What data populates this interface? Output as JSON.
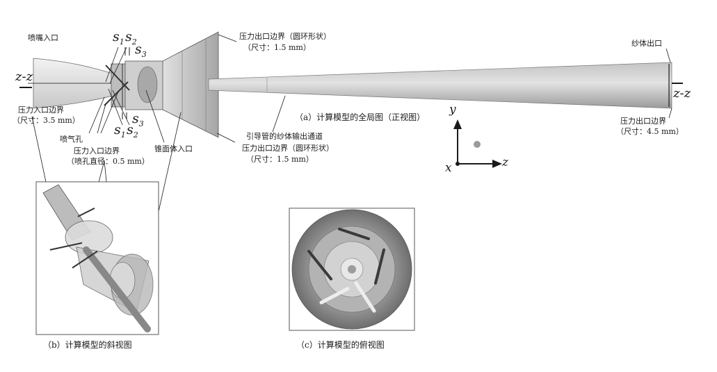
{
  "labels": {
    "nozzle_inlet": "喷嘴入口",
    "pressure_outlet_top": "压力出口边界（圆环形状）",
    "pressure_outlet_top_size": "（尺寸：1.5 mm）",
    "yarn_outlet": "纱体出口",
    "pressure_inlet": "压力入口边界",
    "pressure_inlet_size": "（尺寸：3.5 mm）",
    "jet_hole": "喷气孔",
    "pressure_inlet_jet": "压力入口边界",
    "pressure_inlet_jet_size": "（喷孔直径：0.5 mm）",
    "cone_inlet": "锥面体入口",
    "guide_channel": "引导管的纱体输出通道",
    "pressure_outlet_bottom": "压力出口边界（圆环形状）",
    "pressure_outlet_bottom_size": "（尺寸：1.5 mm）",
    "pressure_outlet_right": "压力出口边界",
    "pressure_outlet_right_size": "（尺寸：4.5 mm）"
  },
  "symbols": {
    "s1": "s",
    "s1_sub": "1",
    "s2": "s",
    "s2_sub": "2",
    "s3": "s",
    "s3_sub": "3",
    "zz_left": "z-z",
    "zz_right": "z-z",
    "axis_y": "y",
    "axis_x": "x",
    "axis_z": "z"
  },
  "captions": {
    "a": "（a）计算模型的全局图（正视图）",
    "b": "（b）计算模型的斜视图",
    "c": "（c）计算模型的俯视图"
  },
  "colors": {
    "line": "#1a1a1a",
    "body_light": "#d6d6d6",
    "body_mid": "#a9a9a9",
    "body_dark": "#6e6e6e",
    "frame": "#555555"
  }
}
